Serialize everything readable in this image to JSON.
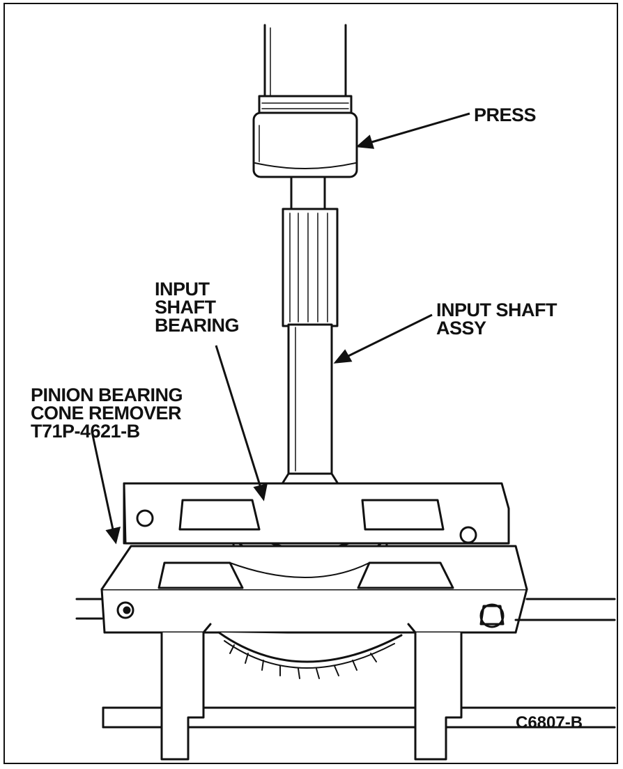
{
  "labels": {
    "press": "PRESS",
    "input_shaft_assy": "INPUT SHAFT\nASSY",
    "input_shaft_bearing": "INPUT\nSHAFT\nBEARING",
    "pinion_bearing_cone_remover": "PINION BEARING\nCONE REMOVER\nT71P-4621-B"
  },
  "figure_code": "C6807-B"
}
